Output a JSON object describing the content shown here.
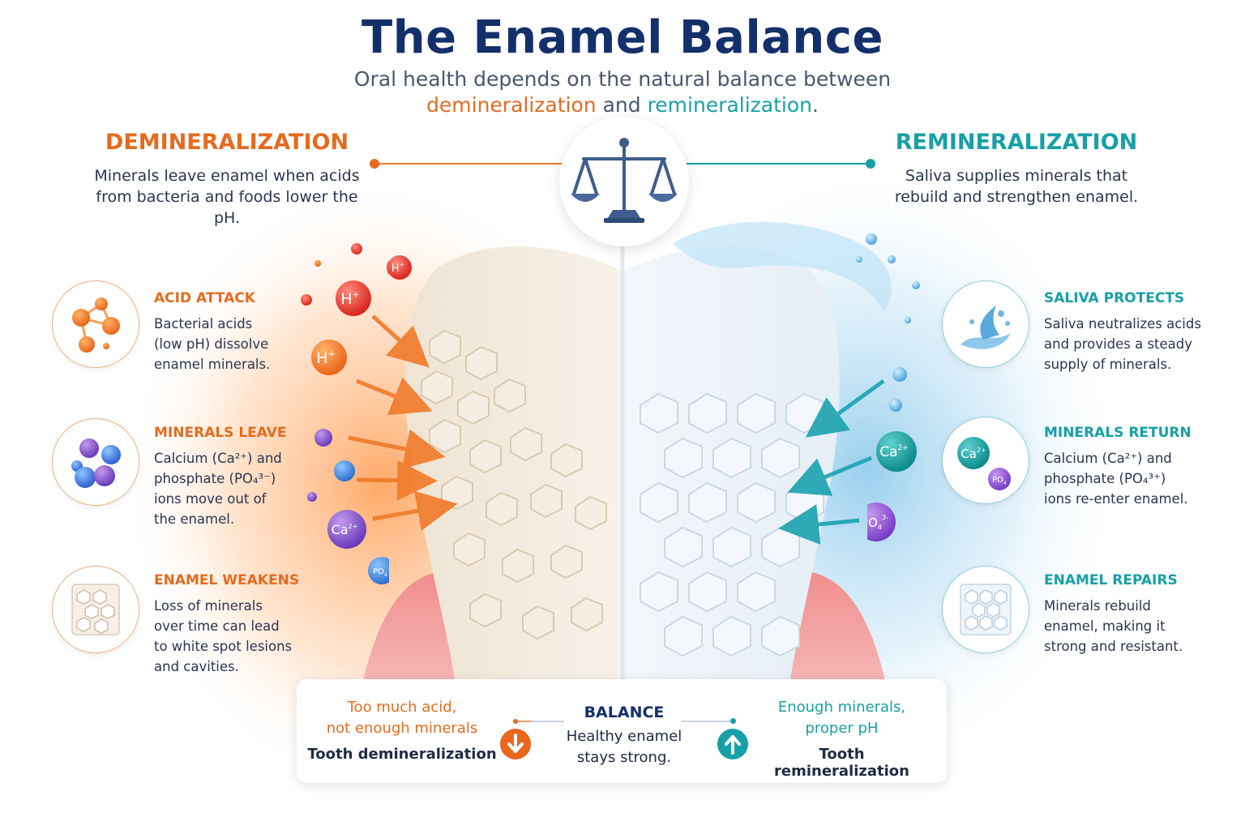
{
  "title": "The Enamel Balance",
  "subtitle": {
    "line1": "Oral health depends on the natural balance between",
    "demin_word": "demineralization",
    "and_word": " and ",
    "remin_word": "remineralization",
    "period": "."
  },
  "left": {
    "heading": "DEMINERALIZATION",
    "description": "Minerals leave enamel when acids from bacteria and foods lower the pH.",
    "items": [
      {
        "title": "ACID ATTACK",
        "lines": [
          "Bacterial acids",
          "(low pH) dissolve",
          "enamel minerals."
        ]
      },
      {
        "title": "MINERALS LEAVE",
        "lines": [
          "Calcium (Ca²⁺) and",
          "phosphate (PO₄³⁻)",
          "ions move out of",
          "the enamel."
        ]
      },
      {
        "title": "ENAMEL WEAKENS",
        "lines": [
          "Loss of minerals",
          "over time can lead",
          "to white spot lesions",
          "and cavities."
        ]
      }
    ]
  },
  "right": {
    "heading": "REMINERALIZATION",
    "description": "Saliva supplies minerals that rebuild and strengthen enamel.",
    "items": [
      {
        "title": "SALIVA PROTECTS",
        "lines": [
          "Saliva neutralizes acids",
          "and provides a steady",
          "supply of minerals."
        ]
      },
      {
        "title": "MINERALS RETURN",
        "lines": [
          "Calcium (Ca²⁺) and",
          "phosphate (PO₄³⁺)",
          "ions re-enter enamel."
        ]
      },
      {
        "title": "ENAMEL REPAIRS",
        "lines": [
          "Minerals rebuild",
          "enamel, making it",
          "strong and resistant."
        ]
      }
    ]
  },
  "ions": {
    "h": "H",
    "h_charge": "+",
    "ca": "Ca",
    "ca_charge": "2+",
    "po": "PO",
    "po_sub": "4",
    "po_charge": "3-"
  },
  "bottom": {
    "left_line1": "Too much acid,",
    "left_line2": "not enough minerals",
    "left_bold": "Tooth demineralization",
    "center_title": "BALANCE",
    "center_line1": "Healthy enamel",
    "center_line2": "stays strong.",
    "right_line1": "Enough minerals,",
    "right_line2": "proper pH",
    "right_bold": "Tooth remineralization"
  },
  "icons": [
    "balance-scale-icon",
    "molecule-icon",
    "ion-cluster-icon",
    "weak-enamel-icon",
    "saliva-splash-icon",
    "mineral-ion-icon",
    "strong-enamel-icon",
    "arrow-down-icon",
    "arrow-up-icon"
  ],
  "colors": {
    "navy": "#14306b",
    "orange": "#e56b1f",
    "teal": "#17a0a6",
    "gum": "#e8787a"
  }
}
